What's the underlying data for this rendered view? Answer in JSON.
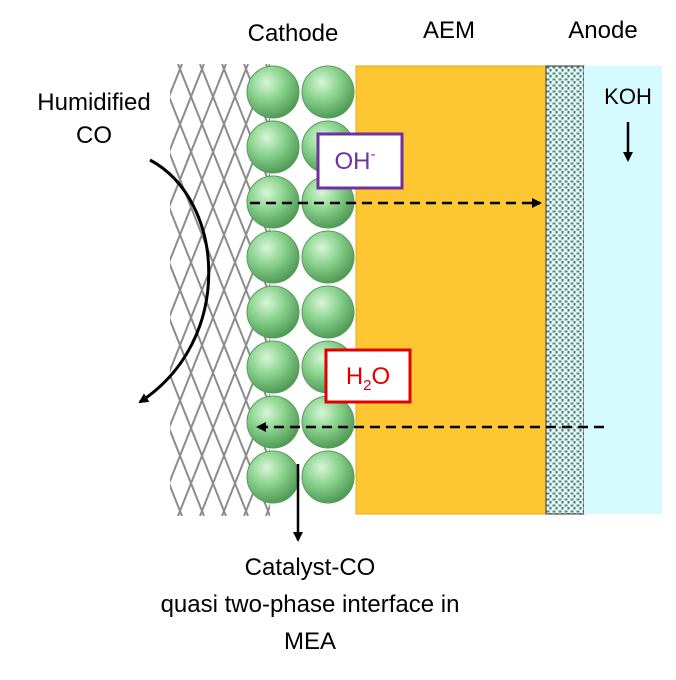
{
  "labels": {
    "cathode": "Cathode",
    "aem": "AEM",
    "anode": "Anode",
    "koh": "KOH",
    "humidified_line1": "Humidified",
    "humidified_line2": "CO",
    "oh": "OH",
    "oh_sup": "-",
    "h2o_h": "H",
    "h2o_sub": "2",
    "h2o_o": "O",
    "caption_line1": "Catalyst-CO",
    "caption_line2": "quasi two-phase interface in",
    "caption_line3": "MEA"
  },
  "colors": {
    "aem": "#fec631",
    "anode_electrolyte": "#d6fbfe",
    "anode_layer": "#6fa9a0",
    "catalyst_sphere": "#86d48b",
    "mesh": "#8c8c8c",
    "oh_box_border": "#7030a0",
    "oh_text": "#7030a0",
    "h2o_box_border": "#e00000",
    "h2o_text": "#e00000",
    "arrows": "#000000"
  }
}
